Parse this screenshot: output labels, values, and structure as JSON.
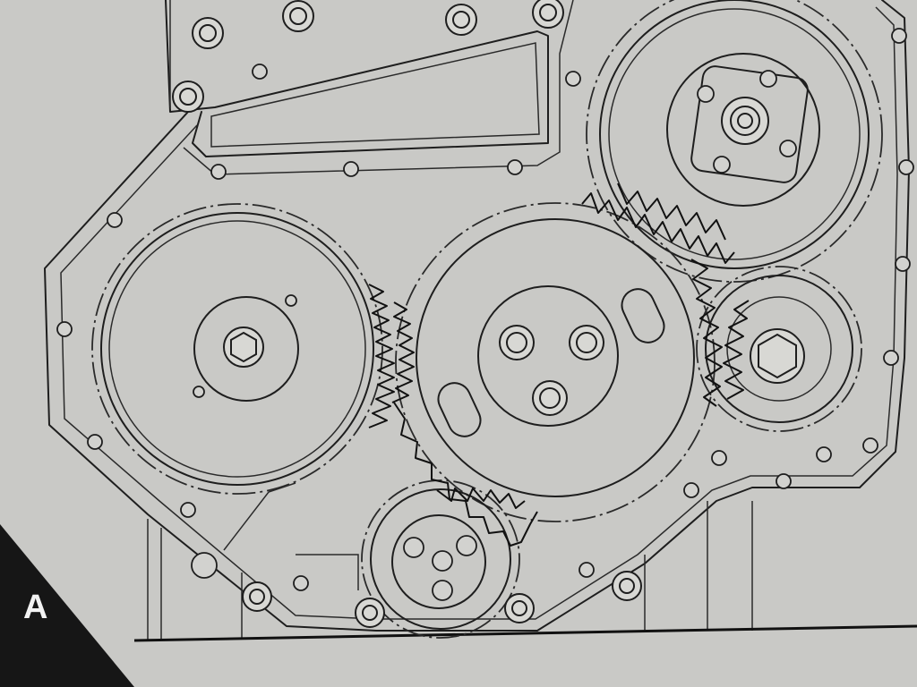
{
  "figure": {
    "label": "A"
  },
  "colors": {
    "paper": "#c9c9c6",
    "ink": "#1e1e1e",
    "tag_background": "#161616",
    "tag_text": "#f2f2f2"
  },
  "components": {
    "upper_right_gear": "gear-with-square-hub",
    "left_gear": "large-gear",
    "center_gear": "idler-gear",
    "small_right_gear": "small-gear",
    "bottom_gear": "bottom-gear"
  }
}
